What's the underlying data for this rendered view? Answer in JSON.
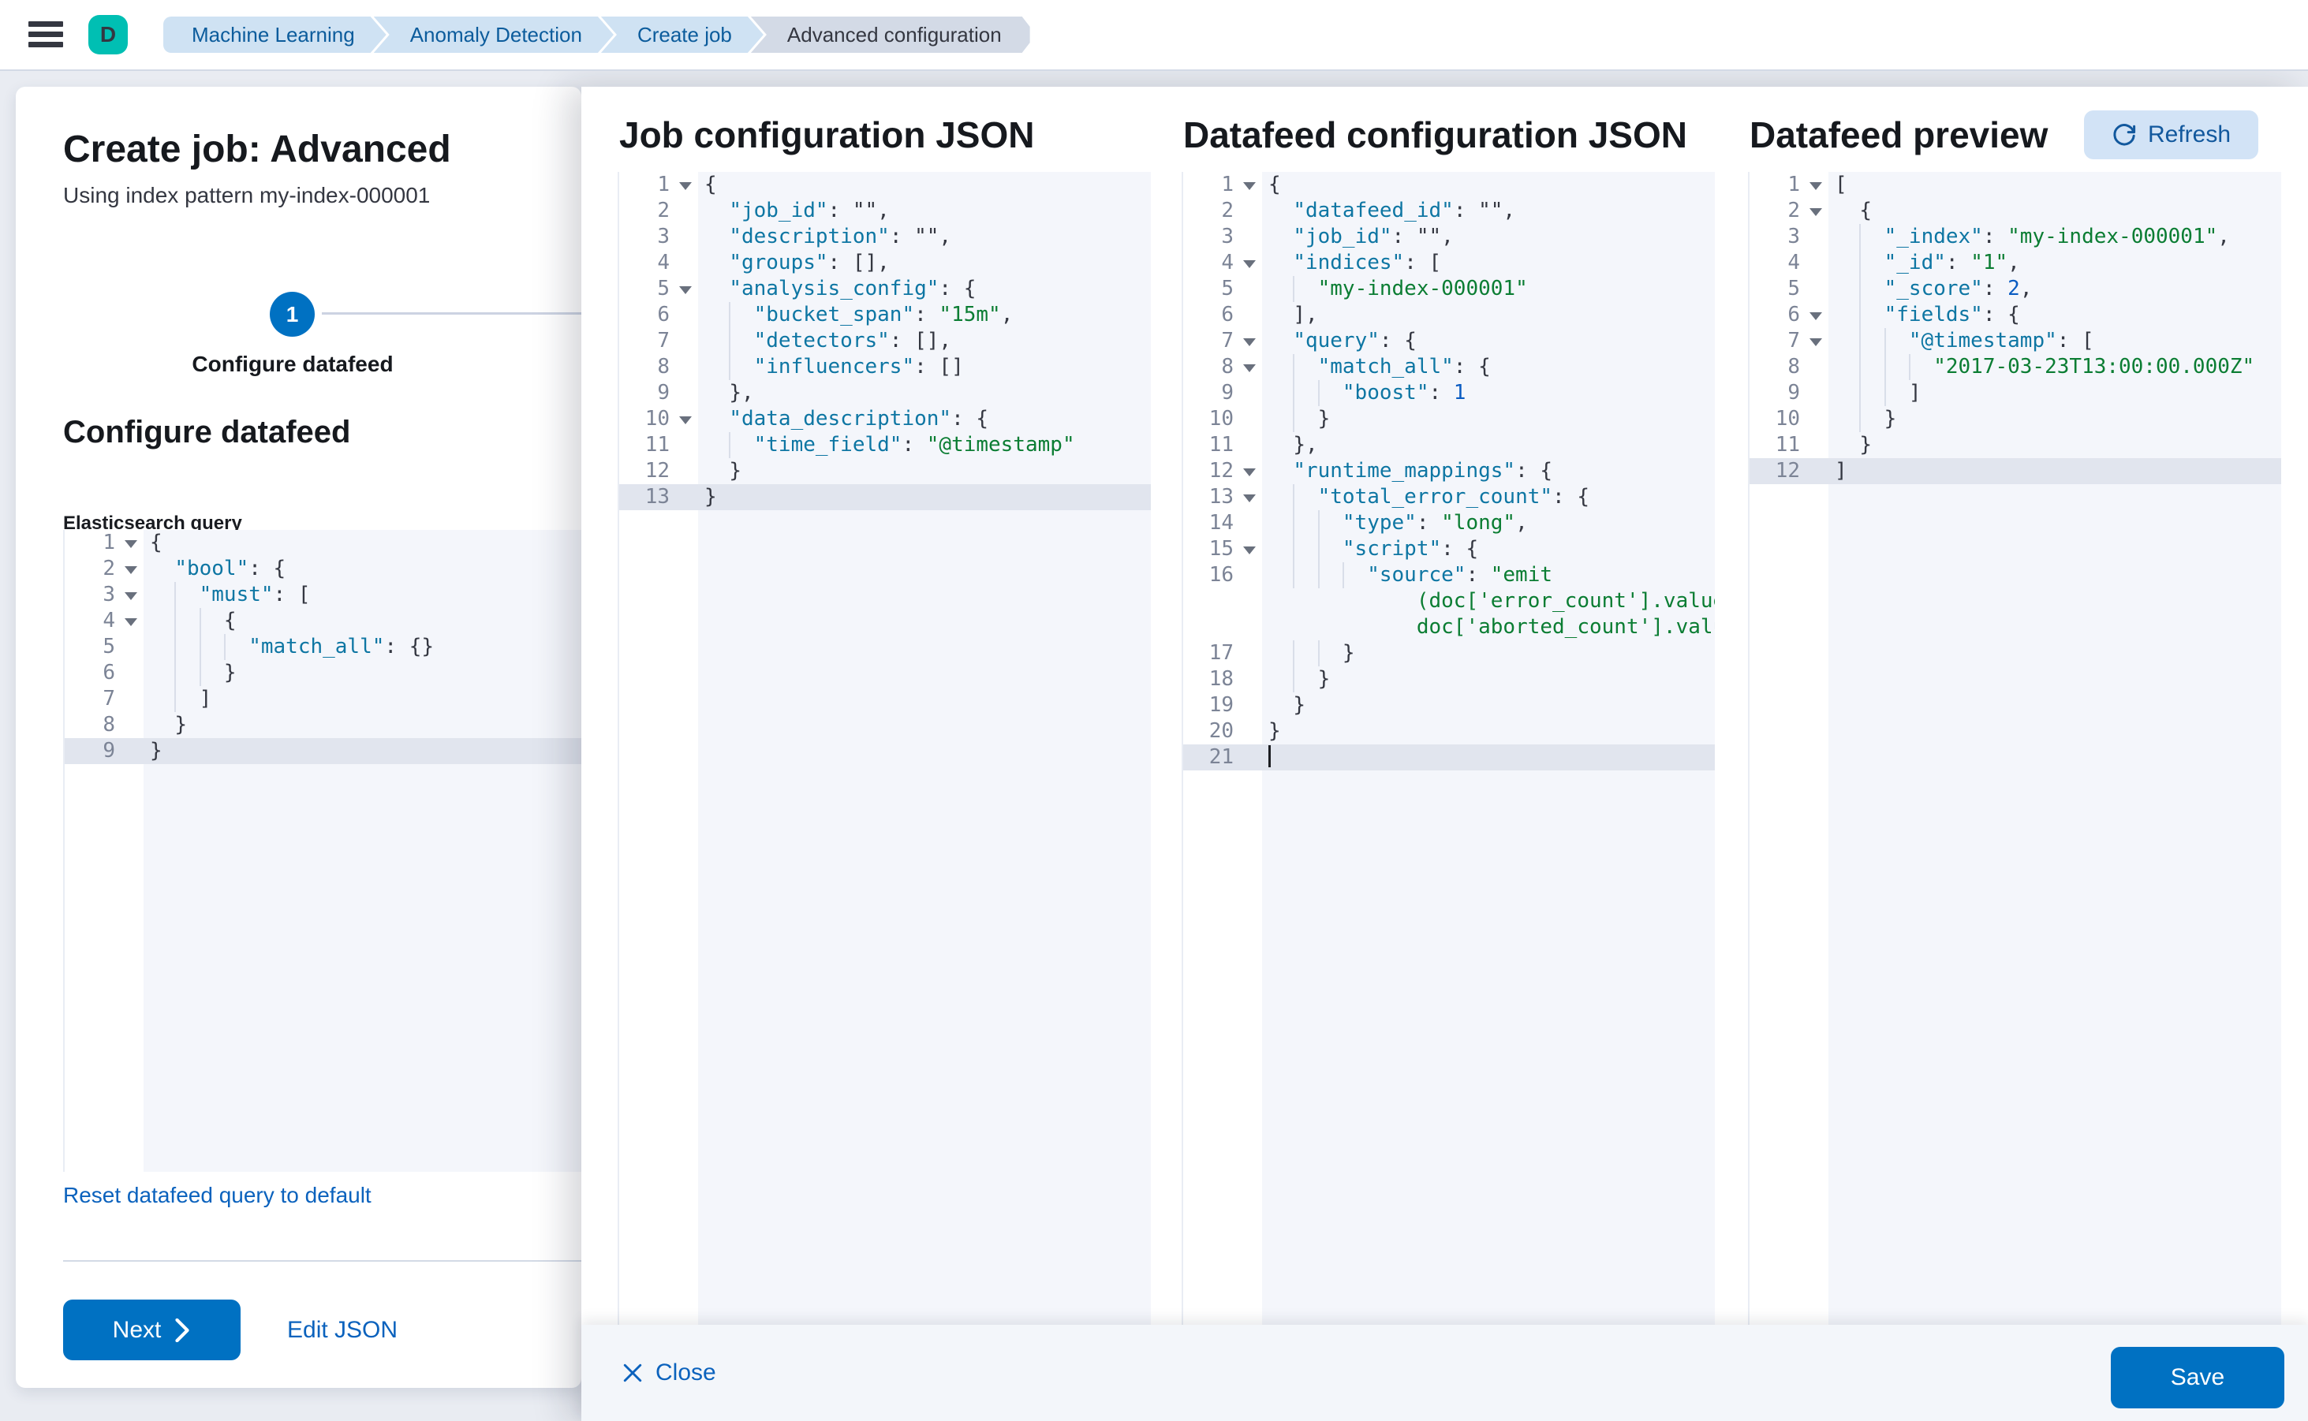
{
  "topbar": {
    "menu_icon": "hamburger-icon",
    "space_avatar": "D",
    "breadcrumbs": [
      {
        "label": "Machine Learning"
      },
      {
        "label": "Anomaly Detection"
      },
      {
        "label": "Create job"
      },
      {
        "label": "Advanced configuration"
      }
    ]
  },
  "page": {
    "title": "Create job: Advanced",
    "subtitle": "Using index pattern my-index-000001",
    "step": {
      "number": "1",
      "label": "Configure datafeed"
    },
    "section_heading": "Configure datafeed",
    "query_label": "Elasticsearch query",
    "reset_link": "Reset datafeed query to default",
    "next_button": "Next",
    "edit_json_link": "Edit JSON"
  },
  "flyout": {
    "columns": [
      {
        "title": "Job configuration JSON"
      },
      {
        "title": "Datafeed configuration JSON"
      },
      {
        "title": "Datafeed preview"
      }
    ],
    "refresh_button": "Refresh",
    "close_button": "Close",
    "save_button": "Save"
  },
  "colors": {
    "primary_button": "#0071c2",
    "link": "#0b62bd",
    "avatar_teal": "#00bfb3",
    "breadcrumb_bg": "#cfe2f3",
    "breadcrumb_text": "#0c5c9c",
    "breadcrumb_current_bg": "#d3dae6",
    "editor_bg": "#f4f6fb",
    "editor_active_line": "#e1e5ee",
    "code_key": "#0e76a3",
    "code_string": "#0b7d33",
    "code_number": "#0a5cc2"
  },
  "editors": {
    "es_query": {
      "lines": [
        {
          "n": "1",
          "fold": true,
          "lead": 0,
          "g": 0,
          "seg": [
            [
              "p",
              "{"
            ]
          ]
        },
        {
          "n": "2",
          "fold": true,
          "lead": 2,
          "g": 0,
          "seg": [
            [
              "k",
              "\"bool\""
            ],
            [
              "p",
              ": {"
            ]
          ]
        },
        {
          "n": "3",
          "fold": true,
          "lead": 2,
          "g": 1,
          "seg": [
            [
              "k",
              "\"must\""
            ],
            [
              "p",
              ": ["
            ]
          ]
        },
        {
          "n": "4",
          "fold": true,
          "lead": 2,
          "g": 2,
          "seg": [
            [
              "p",
              "{"
            ]
          ]
        },
        {
          "n": "5",
          "lead": 2,
          "g": 3,
          "seg": [
            [
              "k",
              "\"match_all\""
            ],
            [
              "p",
              ": {}"
            ]
          ]
        },
        {
          "n": "6",
          "lead": 2,
          "g": 2,
          "seg": [
            [
              "p",
              "}"
            ]
          ]
        },
        {
          "n": "7",
          "lead": 2,
          "g": 1,
          "seg": [
            [
              "p",
              "]"
            ]
          ]
        },
        {
          "n": "8",
          "lead": 2,
          "g": 0,
          "seg": [
            [
              "p",
              "}"
            ]
          ]
        },
        {
          "n": "9",
          "active": true,
          "lead": 0,
          "g": 0,
          "seg": [
            [
              "p",
              "}"
            ]
          ]
        }
      ]
    },
    "job_json": {
      "lines": [
        {
          "n": "1",
          "fold": true,
          "lead": 0,
          "g": 0,
          "seg": [
            [
              "p",
              "{"
            ]
          ]
        },
        {
          "n": "2",
          "lead": 2,
          "g": 0,
          "seg": [
            [
              "k",
              "\"job_id\""
            ],
            [
              "p",
              ": \"\","
            ]
          ]
        },
        {
          "n": "3",
          "lead": 2,
          "g": 0,
          "seg": [
            [
              "k",
              "\"description\""
            ],
            [
              "p",
              ": \"\","
            ]
          ]
        },
        {
          "n": "4",
          "lead": 2,
          "g": 0,
          "seg": [
            [
              "k",
              "\"groups\""
            ],
            [
              "p",
              ": [],"
            ]
          ]
        },
        {
          "n": "5",
          "fold": true,
          "lead": 2,
          "g": 0,
          "seg": [
            [
              "k",
              "\"analysis_config\""
            ],
            [
              "p",
              ": {"
            ]
          ]
        },
        {
          "n": "6",
          "lead": 2,
          "g": 1,
          "seg": [
            [
              "k",
              "\"bucket_span\""
            ],
            [
              "p",
              ": "
            ],
            [
              "s",
              "\"15m\""
            ],
            [
              "p",
              ","
            ]
          ]
        },
        {
          "n": "7",
          "lead": 2,
          "g": 1,
          "seg": [
            [
              "k",
              "\"detectors\""
            ],
            [
              "p",
              ": [],"
            ]
          ]
        },
        {
          "n": "8",
          "lead": 2,
          "g": 1,
          "seg": [
            [
              "k",
              "\"influencers\""
            ],
            [
              "p",
              ": []"
            ]
          ]
        },
        {
          "n": "9",
          "lead": 2,
          "g": 0,
          "seg": [
            [
              "p",
              "},"
            ]
          ]
        },
        {
          "n": "10",
          "fold": true,
          "lead": 2,
          "g": 0,
          "seg": [
            [
              "k",
              "\"data_description\""
            ],
            [
              "p",
              ": {"
            ]
          ]
        },
        {
          "n": "11",
          "lead": 2,
          "g": 1,
          "seg": [
            [
              "k",
              "\"time_field\""
            ],
            [
              "p",
              ": "
            ],
            [
              "s",
              "\"@timestamp\""
            ]
          ]
        },
        {
          "n": "12",
          "lead": 2,
          "g": 0,
          "seg": [
            [
              "p",
              "}"
            ]
          ]
        },
        {
          "n": "13",
          "active": true,
          "lead": 0,
          "g": 0,
          "seg": [
            [
              "p",
              "}"
            ]
          ]
        }
      ]
    },
    "datafeed_json": {
      "lines": [
        {
          "n": "1",
          "fold": true,
          "lead": 0,
          "g": 0,
          "seg": [
            [
              "p",
              "{"
            ]
          ]
        },
        {
          "n": "2",
          "lead": 2,
          "g": 0,
          "seg": [
            [
              "k",
              "\"datafeed_id\""
            ],
            [
              "p",
              ": \"\","
            ]
          ]
        },
        {
          "n": "3",
          "lead": 2,
          "g": 0,
          "seg": [
            [
              "k",
              "\"job_id\""
            ],
            [
              "p",
              ": \"\","
            ]
          ]
        },
        {
          "n": "4",
          "fold": true,
          "lead": 2,
          "g": 0,
          "seg": [
            [
              "k",
              "\"indices\""
            ],
            [
              "p",
              ": ["
            ]
          ]
        },
        {
          "n": "5",
          "lead": 2,
          "g": 1,
          "seg": [
            [
              "s",
              "\"my-index-000001\""
            ]
          ]
        },
        {
          "n": "6",
          "lead": 2,
          "g": 0,
          "seg": [
            [
              "p",
              "],"
            ]
          ]
        },
        {
          "n": "7",
          "fold": true,
          "lead": 2,
          "g": 0,
          "seg": [
            [
              "k",
              "\"query\""
            ],
            [
              "p",
              ": {"
            ]
          ]
        },
        {
          "n": "8",
          "fold": true,
          "lead": 2,
          "g": 1,
          "seg": [
            [
              "k",
              "\"match_all\""
            ],
            [
              "p",
              ": {"
            ]
          ]
        },
        {
          "n": "9",
          "lead": 2,
          "g": 2,
          "seg": [
            [
              "k",
              "\"boost\""
            ],
            [
              "p",
              ": "
            ],
            [
              "n",
              "1"
            ]
          ]
        },
        {
          "n": "10",
          "lead": 2,
          "g": 1,
          "seg": [
            [
              "p",
              "}"
            ]
          ]
        },
        {
          "n": "11",
          "lead": 2,
          "g": 0,
          "seg": [
            [
              "p",
              "},"
            ]
          ]
        },
        {
          "n": "12",
          "fold": true,
          "lead": 2,
          "g": 0,
          "seg": [
            [
              "k",
              "\"runtime_mappings\""
            ],
            [
              "p",
              ": {"
            ]
          ]
        },
        {
          "n": "13",
          "fold": true,
          "lead": 2,
          "g": 1,
          "seg": [
            [
              "k",
              "\"total_error_count\""
            ],
            [
              "p",
              ": {"
            ]
          ]
        },
        {
          "n": "14",
          "lead": 2,
          "g": 2,
          "seg": [
            [
              "k",
              "\"type\""
            ],
            [
              "p",
              ": "
            ],
            [
              "s",
              "\"long\""
            ],
            [
              "p",
              ","
            ]
          ]
        },
        {
          "n": "15",
          "fold": true,
          "lead": 2,
          "g": 2,
          "seg": [
            [
              "k",
              "\"script\""
            ],
            [
              "p",
              ": {"
            ]
          ]
        },
        {
          "n": "16",
          "lead": 2,
          "g": 3,
          "seg": [
            [
              "k",
              "\"source\""
            ],
            [
              "p",
              ": "
            ],
            [
              "s",
              "\"emit"
            ]
          ]
        },
        {
          "n": "",
          "lead": 12,
          "g": 0,
          "seg": [
            [
              "s",
              "(doc['error_count'].value +"
            ]
          ]
        },
        {
          "n": "",
          "lead": 12,
          "g": 0,
          "seg": [
            [
              "s",
              "doc['aborted_count'].value)\""
            ]
          ]
        },
        {
          "n": "17",
          "lead": 2,
          "g": 2,
          "seg": [
            [
              "p",
              "}"
            ]
          ]
        },
        {
          "n": "18",
          "lead": 2,
          "g": 1,
          "seg": [
            [
              "p",
              "}"
            ]
          ]
        },
        {
          "n": "19",
          "lead": 2,
          "g": 0,
          "seg": [
            [
              "p",
              "}"
            ]
          ]
        },
        {
          "n": "20",
          "lead": 0,
          "g": 0,
          "seg": [
            [
              "p",
              "}"
            ]
          ]
        },
        {
          "n": "21",
          "active": true,
          "lead": 0,
          "g": 0,
          "seg": [
            [
              "cursor",
              ""
            ]
          ]
        }
      ]
    },
    "preview_json": {
      "lines": [
        {
          "n": "1",
          "fold": true,
          "lead": 0,
          "g": 0,
          "seg": [
            [
              "p",
              "["
            ]
          ]
        },
        {
          "n": "2",
          "fold": true,
          "lead": 2,
          "g": 0,
          "seg": [
            [
              "p",
              "{"
            ]
          ]
        },
        {
          "n": "3",
          "lead": 2,
          "g": 1,
          "seg": [
            [
              "k",
              "\"_index\""
            ],
            [
              "p",
              ": "
            ],
            [
              "s",
              "\"my-index-000001\""
            ],
            [
              "p",
              ","
            ]
          ]
        },
        {
          "n": "4",
          "lead": 2,
          "g": 1,
          "seg": [
            [
              "k",
              "\"_id\""
            ],
            [
              "p",
              ": "
            ],
            [
              "s",
              "\"1\""
            ],
            [
              "p",
              ","
            ]
          ]
        },
        {
          "n": "5",
          "lead": 2,
          "g": 1,
          "seg": [
            [
              "k",
              "\"_score\""
            ],
            [
              "p",
              ": "
            ],
            [
              "n",
              "2"
            ],
            [
              "p",
              ","
            ]
          ]
        },
        {
          "n": "6",
          "fold": true,
          "lead": 2,
          "g": 1,
          "seg": [
            [
              "k",
              "\"fields\""
            ],
            [
              "p",
              ": {"
            ]
          ]
        },
        {
          "n": "7",
          "fold": true,
          "lead": 2,
          "g": 2,
          "seg": [
            [
              "k",
              "\"@timestamp\""
            ],
            [
              "p",
              ": ["
            ]
          ]
        },
        {
          "n": "8",
          "lead": 2,
          "g": 3,
          "seg": [
            [
              "s",
              "\"2017-03-23T13:00:00.000Z\""
            ]
          ]
        },
        {
          "n": "9",
          "lead": 2,
          "g": 2,
          "seg": [
            [
              "p",
              "]"
            ]
          ]
        },
        {
          "n": "10",
          "lead": 2,
          "g": 1,
          "seg": [
            [
              "p",
              "}"
            ]
          ]
        },
        {
          "n": "11",
          "lead": 2,
          "g": 0,
          "seg": [
            [
              "p",
              "}"
            ]
          ]
        },
        {
          "n": "12",
          "active": true,
          "lead": 0,
          "g": 0,
          "seg": [
            [
              "p",
              "]"
            ]
          ]
        }
      ]
    }
  }
}
